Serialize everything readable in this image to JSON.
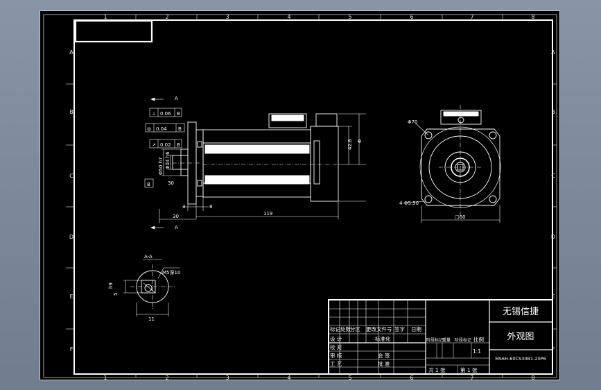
{
  "zones": {
    "columns": [
      "1",
      "2",
      "3",
      "4",
      "5",
      "6",
      "7",
      "8"
    ],
    "rows": [
      "A",
      "B",
      "C",
      "D",
      "E",
      "F"
    ]
  },
  "side_view": {
    "section_marker_top": "A",
    "section_marker_bottom": "A",
    "tol_perp_sym": "⊥",
    "tol_perp_val": "0.06",
    "tol_perp_ref": "B",
    "tol_conc_sym": "◎",
    "tol_conc_val": "0.04",
    "tol_conc_ref": "B",
    "tol_run_sym": "↗",
    "tol_run_val": "0.02",
    "tol_run_ref": "B",
    "datum_label": "B",
    "dim_pilot": "Φ50 h7",
    "dim_shaft": "Φ14 h6",
    "dim_key_len": "30",
    "dim_3": "3",
    "dim_8": "8",
    "dim_30": "30",
    "dim_119": "119",
    "dim_42_8": "42.8",
    "dim_phi": "Φ"
  },
  "front_view": {
    "dim_pcd": "Φ70",
    "dim_holes": "4-Φ5.50",
    "dim_square": "□60"
  },
  "section_view": {
    "title": "A-A",
    "dim_thread": "M5深10",
    "dim_5": "5",
    "dim_h9": "h9",
    "dim_11": "11"
  },
  "title_block": {
    "company": "无锡信捷",
    "drawing_name": "外观图",
    "part_no": "MS6H-60CS30B1-20P6",
    "scale_value": "1:1",
    "col_mark": "标记",
    "col_count": "处数",
    "col_zone": "分区",
    "col_docno": "更改文件号",
    "col_sign": "签字",
    "col_date": "日期",
    "row_design": "设 计",
    "row_standard": "标准化",
    "row_check": "校 对",
    "row_review": "审 核",
    "row_process": "工 艺",
    "row_sign2": "会 签",
    "row_approve": "批 准",
    "stage_label": "阶段标记",
    "weight_label": "重量",
    "scale_label": "比例",
    "sheets_total": "共  1  张",
    "sheets_num": "第  1  张"
  }
}
